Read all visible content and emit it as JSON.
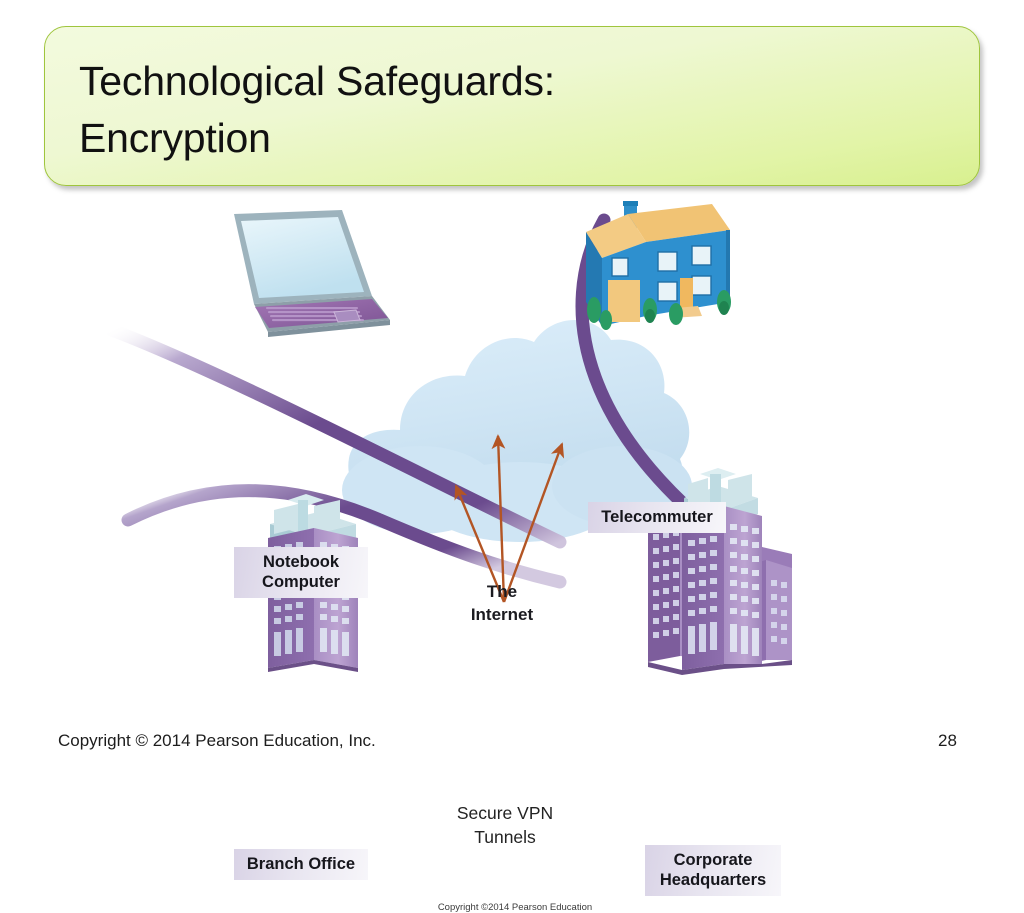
{
  "slide": {
    "title_line1": "Technological Safeguards:",
    "title_line2": "Encryption",
    "title_box_border_color": "#9fc53d",
    "title_box_fill_top": "#f3fade",
    "title_box_fill_bottom": "#d8f08f"
  },
  "diagram": {
    "cloud_label_line1": "The",
    "cloud_label_line2": "Internet",
    "vpn_label_line1": "Secure VPN",
    "vpn_label_line2": "Tunnels",
    "credit": "Copyright ©2014 Pearson Education",
    "cloud_color": "#d3e6f4",
    "tunnel_color": "#6b4b8e",
    "arrow_color": "#b35524",
    "nodes": [
      {
        "id": "notebook",
        "label": "Notebook\nComputer",
        "icon": "laptop-icon"
      },
      {
        "id": "telecommuter",
        "label": "Telecommuter",
        "icon": "house-icon"
      },
      {
        "id": "branch",
        "label": "Branch Office",
        "icon": "office-building-icon"
      },
      {
        "id": "corporate",
        "label": "Corporate\nHeadquarters",
        "icon": "corporate-building-icon"
      }
    ]
  },
  "footer": {
    "copyright": "Copyright © 2014 Pearson Education, Inc.",
    "slide_number": "28"
  }
}
